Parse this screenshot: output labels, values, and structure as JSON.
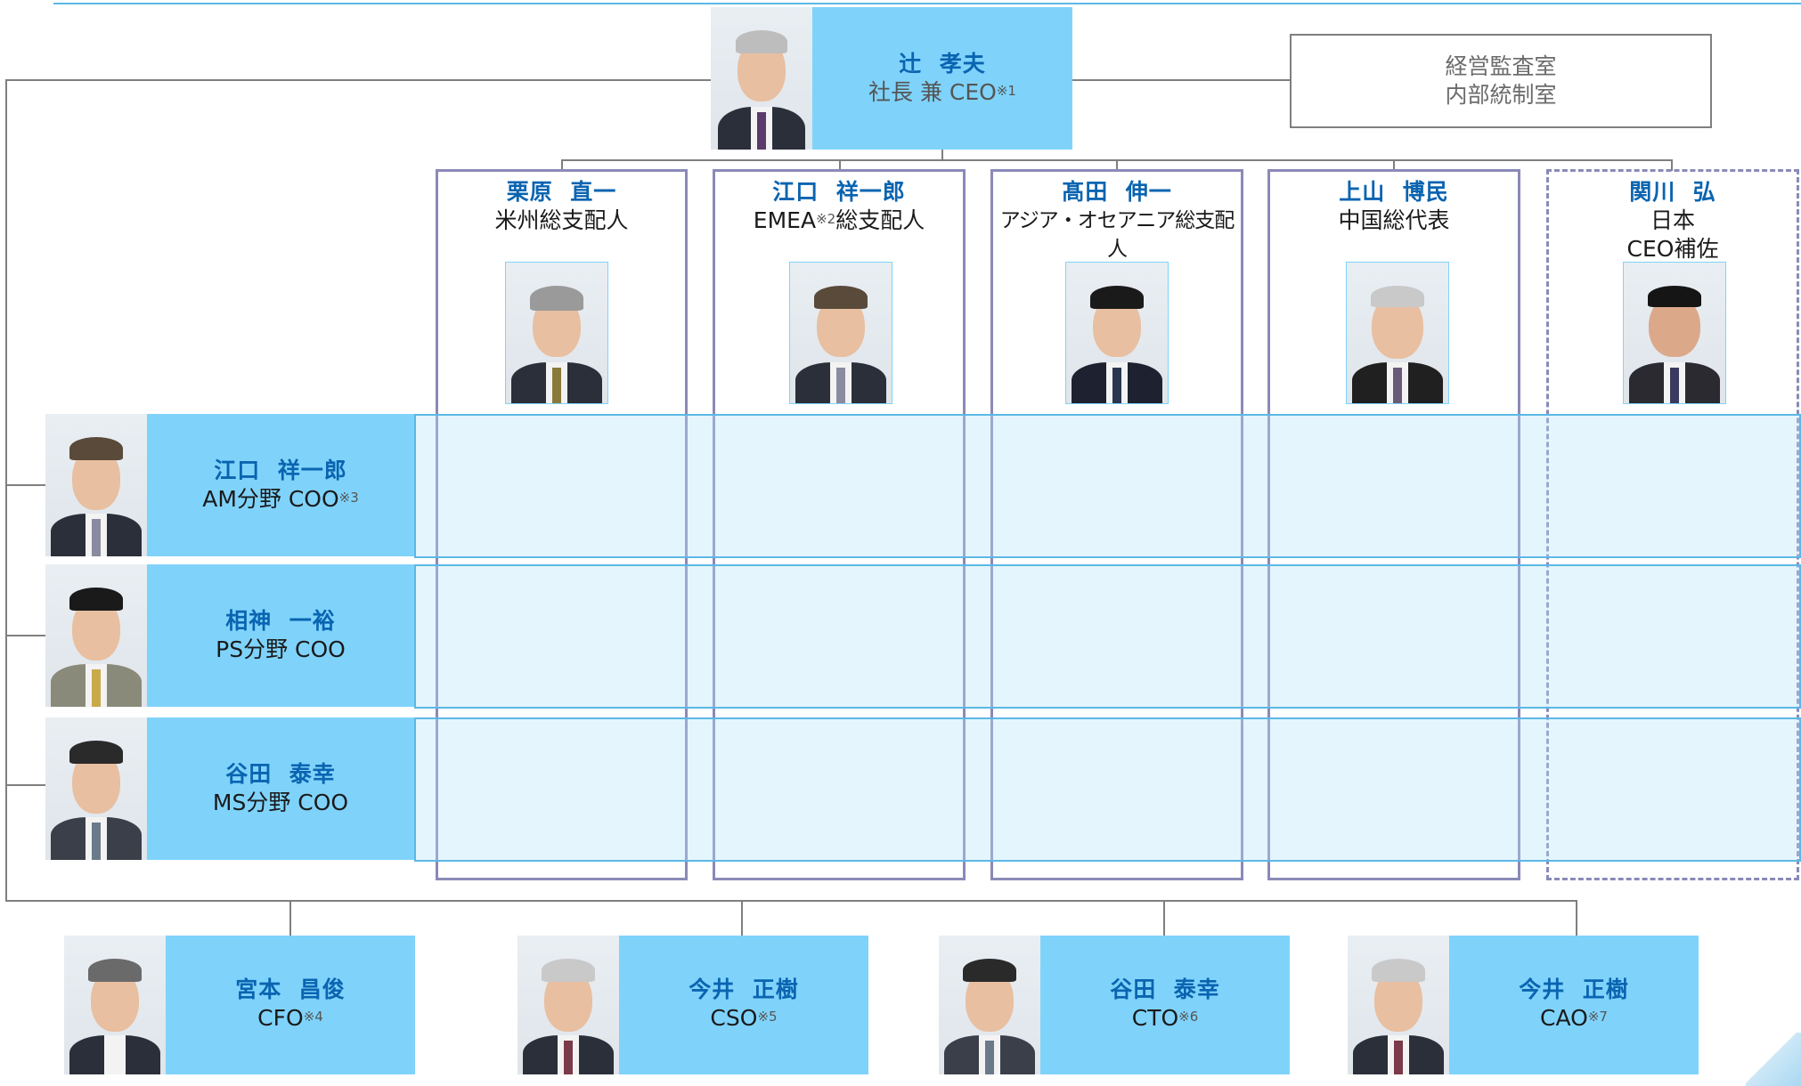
{
  "ceo": {
    "name": "辻  孝夫",
    "title": "社長 兼 CEO",
    "note": "※1"
  },
  "audit": {
    "line1": "経営監査室",
    "line2": "内部統制室"
  },
  "regions": [
    {
      "name": "栗原  直一",
      "title1": "米州総支配人",
      "title1_note": "",
      "title1_after": "",
      "title2": ""
    },
    {
      "name": "江口  祥一郎",
      "title1": "EMEA",
      "title1_note": "※2",
      "title1_after": "総支配人",
      "title2": ""
    },
    {
      "name": "髙田  伸一",
      "title1": "アジア・オセアニア総支配人",
      "title1_note": "",
      "title1_after": "",
      "title2": ""
    },
    {
      "name": "上山  博民",
      "title1": "中国総代表",
      "title1_note": "",
      "title1_after": "",
      "title2": ""
    },
    {
      "name": "関川  弘",
      "title1": "日本",
      "title1_note": "",
      "title1_after": "",
      "title2": "CEO補佐"
    }
  ],
  "coos": [
    {
      "name": "江口  祥一郎",
      "title": "AM分野 COO",
      "note": "※3"
    },
    {
      "name": "相神  一裕",
      "title": "PS分野 COO",
      "note": ""
    },
    {
      "name": "谷田  泰幸",
      "title": "MS分野 COO",
      "note": ""
    }
  ],
  "officers": [
    {
      "name": "宮本  昌俊",
      "title": "CFO",
      "note": "※4"
    },
    {
      "name": "今井  正樹",
      "title": "CSO",
      "note": "※5"
    },
    {
      "name": "谷田  泰幸",
      "title": "CTO",
      "note": "※6"
    },
    {
      "name": "今井  正樹",
      "title": "CAO",
      "note": "※7"
    }
  ]
}
